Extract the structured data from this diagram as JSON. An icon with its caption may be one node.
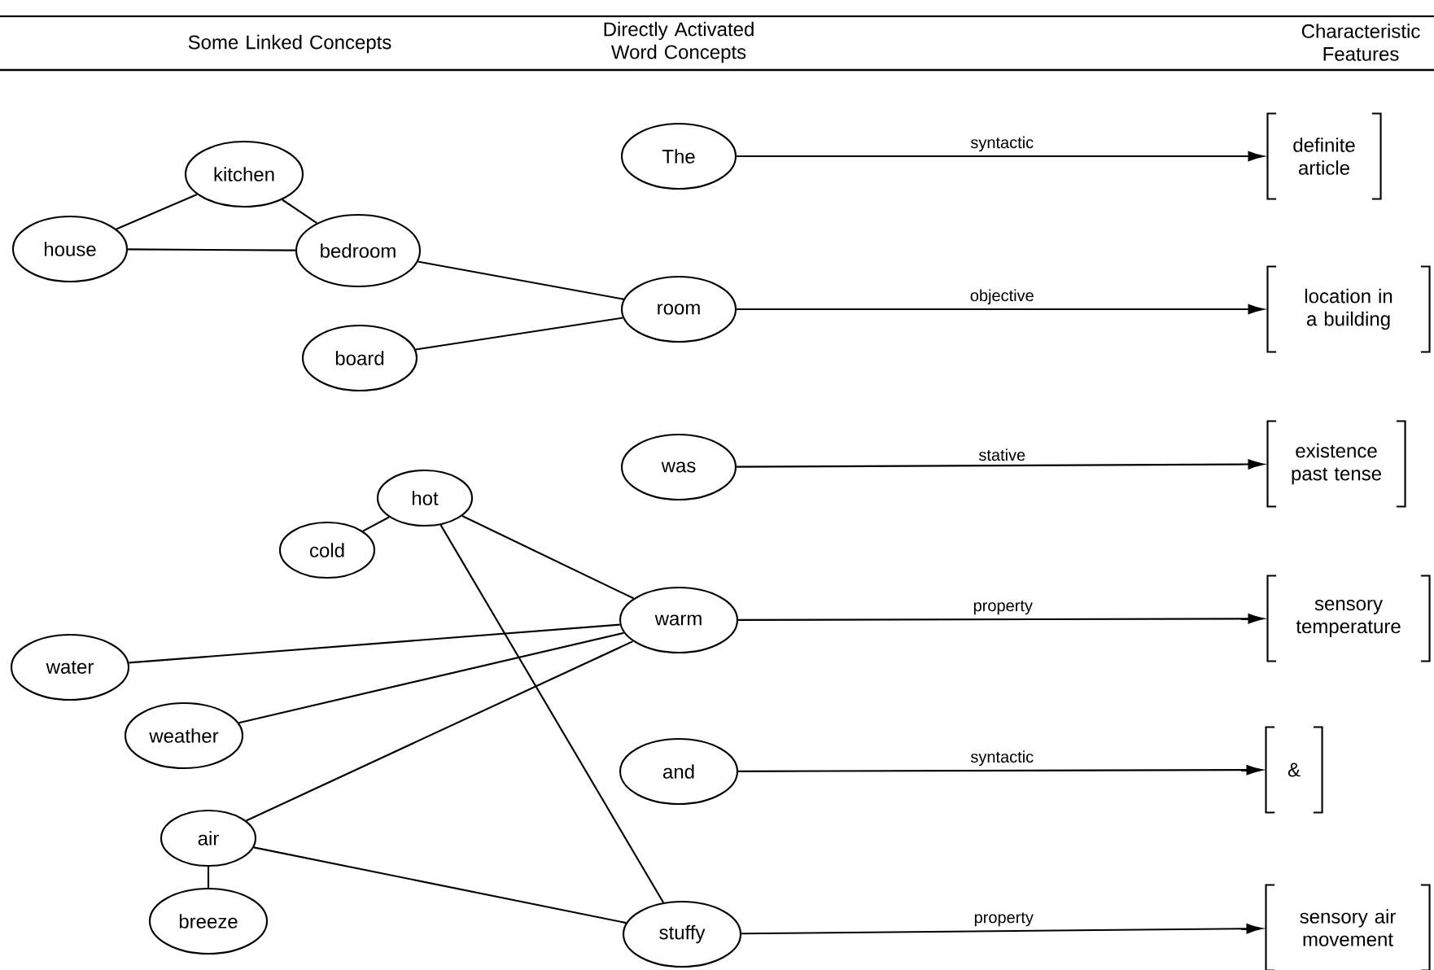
{
  "diagram": {
    "nodes": [
      {
        "text": [
          "kitchen"
        ]
      },
      {
        "text": [
          "house"
        ]
      },
      {
        "text": [
          "bedroom"
        ]
      },
      {
        "text": [
          "board"
        ]
      },
      {
        "text": [
          "The"
        ]
      },
      {
        "text": [
          "room"
        ]
      },
      {
        "text": [
          "was"
        ]
      },
      {
        "text": [
          "hot"
        ]
      },
      {
        "text": [
          "cold"
        ]
      },
      {
        "text": [
          "warm"
        ]
      },
      {
        "text": [
          "water"
        ]
      },
      {
        "text": [
          "weather"
        ]
      },
      {
        "text": [
          "and"
        ]
      },
      {
        "text": [
          "air"
        ]
      },
      {
        "text": [
          "breeze"
        ]
      },
      {
        "text": [
          "stuffy"
        ]
      },
      {
        "text": [
          "definite article"
        ]
      },
      {
        "text": [
          "location in a building"
        ]
      },
      {
        "text": [
          "existence past tense"
        ]
      },
      {
        "text": [
          "sensory temperature"
        ]
      },
      {
        "text": [
          "&"
        ]
      },
      {
        "text": [
          "sensory air movement"
        ]
      }
    ],
    "edges": [
      {
        "from": 1,
        "to": 0,
        "arrow": "none"
      },
      {
        "from": 0,
        "to": 2,
        "arrow": "none"
      },
      {
        "from": 1,
        "to": 2,
        "arrow": "none"
      },
      {
        "from": 2,
        "to": 5,
        "arrow": "none"
      },
      {
        "from": 3,
        "to": 5,
        "arrow": "none"
      },
      {
        "from": 4,
        "to": 16,
        "arrow": "to",
        "label": "syntactic"
      },
      {
        "from": 5,
        "to": 17,
        "arrow": "to",
        "label": "objective"
      },
      {
        "from": 6,
        "to": 18,
        "arrow": "to",
        "label": "stative"
      },
      {
        "from": 8,
        "to": 7,
        "arrow": "none"
      },
      {
        "from": 7,
        "to": 9,
        "arrow": "none"
      },
      {
        "from": 7,
        "to": 15,
        "arrow": "none"
      },
      {
        "from": 10,
        "to": 9,
        "arrow": "none"
      },
      {
        "from": 11,
        "to": 9,
        "arrow": "none"
      },
      {
        "from": 13,
        "to": 9,
        "arrow": "none"
      },
      {
        "from": 13,
        "to": 14,
        "arrow": "none"
      },
      {
        "from": 13,
        "to": 15,
        "arrow": "none"
      },
      {
        "from": 9,
        "to": 19,
        "arrow": "to",
        "label": "property"
      },
      {
        "from": 12,
        "to": 20,
        "arrow": "to",
        "label": "syntactic"
      },
      {
        "from": 15,
        "to": 21,
        "arrow": "to",
        "label": "property"
      }
    ],
    "labels": [
      "Some Linked Concepts",
      "Directly Activated Word Concepts",
      "Characteristic Features"
    ]
  }
}
